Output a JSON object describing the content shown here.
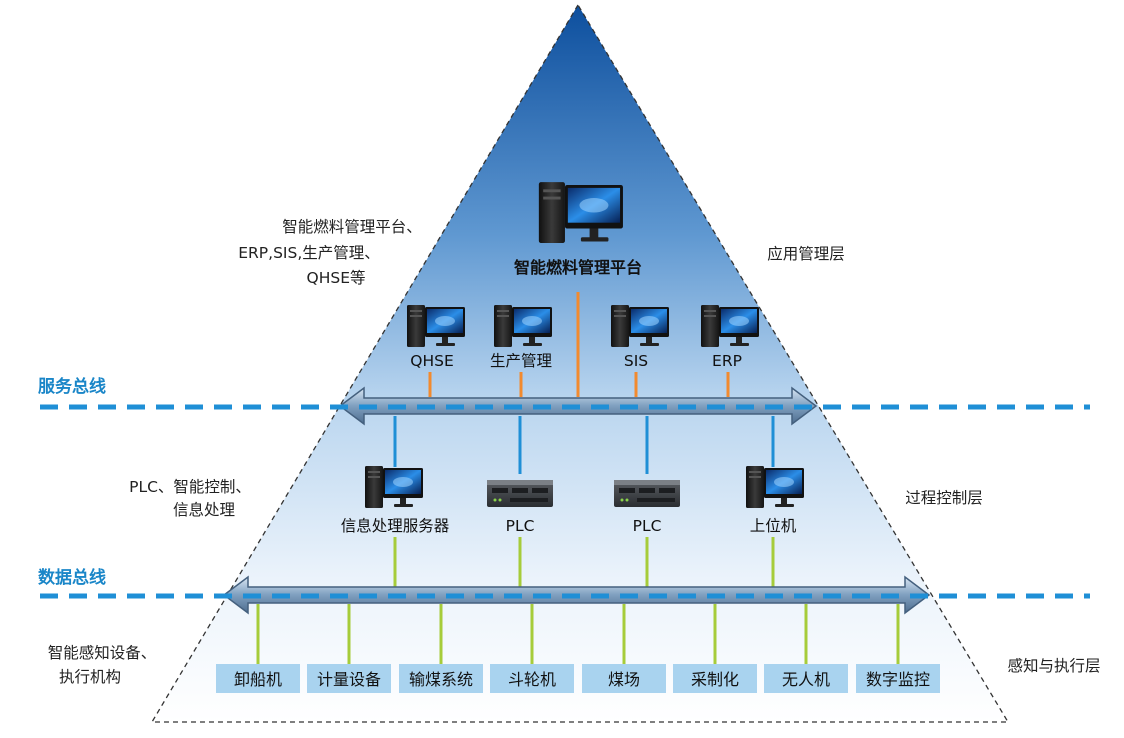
{
  "side_labels": {
    "app_desc_line1": "智能燃料管理平台、",
    "app_desc_line2": "ERP,SIS,生产管理、",
    "app_desc_line3": "QHSE等",
    "app_layer": "应用管理层",
    "proc_desc_line1": "PLC、智能控制、",
    "proc_desc_line2": "信息处理",
    "proc_layer": "过程控制层",
    "sense_desc_line1": "智能感知设备、",
    "sense_desc_line2": "执行机构",
    "sense_layer": "感知与执行层"
  },
  "buses": {
    "service": "服务总线",
    "data": "数据总线"
  },
  "top_node": {
    "label": "智能燃料管理平台",
    "icon": "desktop-computer-icon"
  },
  "app_nodes": [
    {
      "label": "QHSE",
      "icon": "desktop-computer-icon"
    },
    {
      "label": "生产管理",
      "icon": "desktop-computer-icon"
    },
    {
      "label": "SIS",
      "icon": "desktop-computer-icon"
    },
    {
      "label": "ERP",
      "icon": "desktop-computer-icon"
    }
  ],
  "proc_nodes": [
    {
      "label": "信息处理服务器",
      "icon": "desktop-computer-icon"
    },
    {
      "label": "PLC",
      "icon": "plc-device-icon"
    },
    {
      "label": "PLC",
      "icon": "plc-device-icon"
    },
    {
      "label": "上位机",
      "icon": "desktop-computer-icon"
    }
  ],
  "field_devices": [
    "卸船机",
    "计量设备",
    "输煤系统",
    "斗轮机",
    "煤场",
    "采制化",
    "无人机",
    "数字监控"
  ],
  "colors": {
    "bus_dash": "#1f8fd6",
    "bus_label": "#1a86c8",
    "app_connector": "#f28a2e",
    "service_connector": "#1f8fd6",
    "data_connector": "#a6cc3a",
    "device_box": "#a9d3ef"
  }
}
